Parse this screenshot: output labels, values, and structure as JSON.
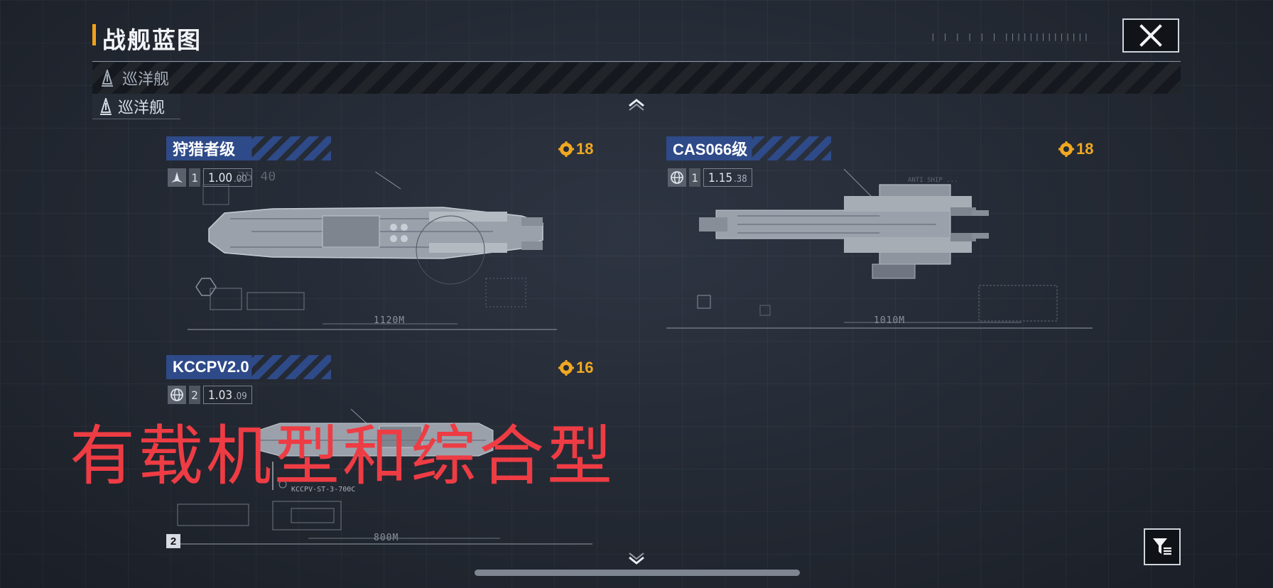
{
  "header": {
    "title": "战舰蓝图",
    "close_label": "close"
  },
  "filter": {
    "selected": "巡洋舰",
    "option": "巡洋舰"
  },
  "ships": [
    {
      "name": "狩猎者级",
      "cost": "18",
      "slot_num": "1",
      "stat_main": "1.00",
      "stat_sub": ".00",
      "length": "1120M",
      "icon": "fighter-icon"
    },
    {
      "name": "CAS066级",
      "cost": "18",
      "slot_num": "1",
      "stat_main": "1.15",
      "stat_sub": ".38",
      "length": "1010M",
      "icon": "globe-icon"
    },
    {
      "name": "KCCPV2.0",
      "cost": "16",
      "slot_num": "2",
      "stat_main": "1.03",
      "stat_sub": ".09",
      "length": "800M",
      "icon": "globe-icon",
      "code": "KCCPV-ST-3-700C",
      "page_badge": "2"
    }
  ],
  "overlay_caption": "有载机型和综合型",
  "colors": {
    "accent": "#f0a21a",
    "cost": "#f0a822",
    "name_tag": "#2e4a88",
    "overlay": "#ee3c44"
  }
}
